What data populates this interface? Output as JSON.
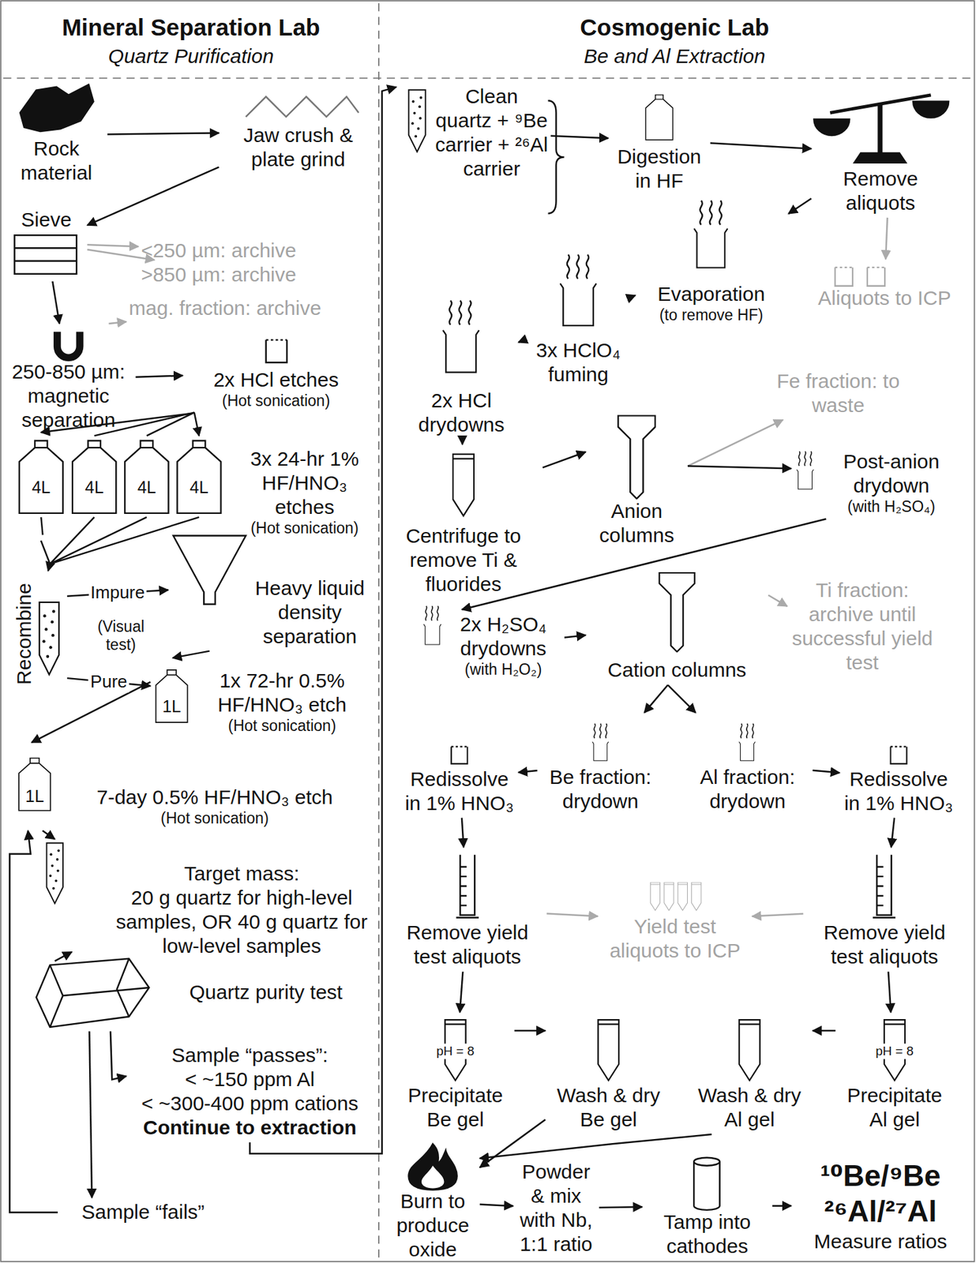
{
  "diagram": {
    "nodes": [
      {
        "text": [
          "Rock material"
        ]
      },
      {
        "text": [
          "Jaw crush & plate grind"
        ]
      },
      {
        "text": [
          "Sieve"
        ]
      },
      {
        "text": [
          "<250 µm: archive"
        ]
      },
      {
        "text": [
          ">850 µm: archive"
        ]
      },
      {
        "text": [
          "mag. fraction: archive"
        ]
      },
      {
        "text": [
          "250-850 µm: magnetic separation"
        ]
      },
      {
        "text": [
          "2x HCl etches",
          "(Hot sonication)"
        ]
      },
      {
        "text": [
          "3x 24-hr 1% HF/HNO₃ etches",
          "(Hot sonication)"
        ]
      },
      {
        "text": [
          "Recombine"
        ]
      },
      {
        "text": [
          "Heavy liquid density separation"
        ]
      },
      {
        "text": [
          "1x 72-hr 0.5% HF/HNO₃ etch",
          "(Hot sonication)"
        ]
      },
      {
        "text": [
          "7-day 0.5% HF/HNO₃ etch",
          "(Hot sonication)"
        ]
      },
      {
        "text": [
          "Target mass:",
          "20 g quartz for high-level samples, OR 40 g quartz for low-level samples"
        ]
      },
      {
        "text": [
          "Quartz purity test"
        ]
      },
      {
        "text": [
          "Sample “passes”:",
          "< ~150 ppm Al",
          "< ~300-400 ppm cations",
          "Continue to extraction"
        ]
      },
      {
        "text": [
          "Sample “fails”"
        ]
      },
      {
        "text": [
          "Clean quartz + ⁹Be carrier + ²⁶Al carrier"
        ]
      },
      {
        "text": [
          "Digestion in HF"
        ]
      },
      {
        "text": [
          "Remove aliquots"
        ]
      },
      {
        "text": [
          "Aliquots to ICP"
        ]
      },
      {
        "text": [
          "Evaporation",
          "(to remove HF)"
        ]
      },
      {
        "text": [
          "3x HClO₄ fuming"
        ]
      },
      {
        "text": [
          "2x HCl drydowns"
        ]
      },
      {
        "text": [
          "Centrifuge to remove Ti & fluorides"
        ]
      },
      {
        "text": [
          "Anion columns"
        ]
      },
      {
        "text": [
          "Fe fraction: to waste"
        ]
      },
      {
        "text": [
          "Post-anion drydown",
          "(with H₂SO₄)"
        ]
      },
      {
        "text": [
          "2x H₂SO₄ drydowns",
          "(with H₂O₂)"
        ]
      },
      {
        "text": [
          "Cation columns"
        ]
      },
      {
        "text": [
          "Ti fraction: archive until successful yield test"
        ]
      },
      {
        "text": [
          "Be fraction: drydown"
        ]
      },
      {
        "text": [
          "Al fraction: drydown"
        ]
      },
      {
        "text": [
          "Redissolve in 1% HNO₃"
        ]
      },
      {
        "text": [
          "Redissolve in 1% HNO₃"
        ]
      },
      {
        "text": [
          "Remove yield test aliquots"
        ]
      },
      {
        "text": [
          "Yield test aliquots to ICP"
        ]
      },
      {
        "text": [
          "Remove yield test aliquots"
        ]
      },
      {
        "text": [
          "Precipitate Be gel"
        ]
      },
      {
        "text": [
          "Wash & dry Be gel"
        ]
      },
      {
        "text": [
          "Wash & dry Al gel"
        ]
      },
      {
        "text": [
          "Precipitate Al gel"
        ]
      },
      {
        "text": [
          "Burn to produce oxide"
        ]
      },
      {
        "text": [
          "Powder & mix with Nb, 1:1 ratio"
        ]
      },
      {
        "text": [
          "Tamp into cathodes"
        ]
      },
      {
        "text": [
          "¹⁰Be/⁹Be",
          "²⁶Al/²⁷Al",
          "Measure ratios"
        ]
      }
    ],
    "edges": [
      {
        "from": 0,
        "to": 1,
        "arrow": "to"
      },
      {
        "from": 1,
        "to": 2,
        "arrow": "to"
      },
      {
        "from": 2,
        "to": 3,
        "arrow": "to"
      },
      {
        "from": 2,
        "to": 4,
        "arrow": "to"
      },
      {
        "from": 2,
        "to": 6,
        "arrow": "to"
      },
      {
        "from": 6,
        "to": 5,
        "arrow": "to"
      },
      {
        "from": 6,
        "to": 7,
        "arrow": "to"
      },
      {
        "from": 7,
        "to": 8,
        "arrow": "to"
      },
      {
        "from": 8,
        "to": 9,
        "arrow": "to"
      },
      {
        "from": 9,
        "to": 10,
        "label": "Impure",
        "arrow": "to"
      },
      {
        "from": 9,
        "to": 11,
        "label": "Pure",
        "arrow": "to"
      },
      {
        "from": 10,
        "to": 11,
        "arrow": "to"
      },
      {
        "from": 11,
        "to": 12,
        "arrow": "to"
      },
      {
        "from": 12,
        "to": 13,
        "arrow": "to"
      },
      {
        "from": 13,
        "to": 14,
        "arrow": "to"
      },
      {
        "from": 14,
        "to": 15,
        "arrow": "to"
      },
      {
        "from": 14,
        "to": 16,
        "arrow": "to"
      },
      {
        "from": 16,
        "to": 12,
        "arrow": "to"
      },
      {
        "from": 15,
        "to": 17,
        "arrow": "to"
      },
      {
        "from": 17,
        "to": 18,
        "arrow": "to"
      },
      {
        "from": 18,
        "to": 19,
        "arrow": "to"
      },
      {
        "from": 19,
        "to": 20,
        "arrow": "to"
      },
      {
        "from": 19,
        "to": 21,
        "arrow": "to"
      },
      {
        "from": 21,
        "to": 22,
        "arrow": "to"
      },
      {
        "from": 22,
        "to": 23,
        "arrow": "to"
      },
      {
        "from": 23,
        "to": 24,
        "arrow": "to"
      },
      {
        "from": 24,
        "to": 25,
        "arrow": "to"
      },
      {
        "from": 25,
        "to": 26,
        "arrow": "to"
      },
      {
        "from": 25,
        "to": 27,
        "arrow": "to"
      },
      {
        "from": 27,
        "to": 28,
        "arrow": "to"
      },
      {
        "from": 28,
        "to": 29,
        "arrow": "to"
      },
      {
        "from": 29,
        "to": 30,
        "arrow": "to"
      },
      {
        "from": 29,
        "to": 31,
        "arrow": "to"
      },
      {
        "from": 29,
        "to": 32,
        "arrow": "to"
      },
      {
        "from": 31,
        "to": 33,
        "arrow": "to"
      },
      {
        "from": 32,
        "to": 34,
        "arrow": "to"
      },
      {
        "from": 33,
        "to": 35,
        "arrow": "to"
      },
      {
        "from": 34,
        "to": 37,
        "arrow": "to"
      },
      {
        "from": 35,
        "to": 36,
        "arrow": "to"
      },
      {
        "from": 37,
        "to": 36,
        "arrow": "to"
      },
      {
        "from": 35,
        "to": 38,
        "arrow": "to"
      },
      {
        "from": 37,
        "to": 41,
        "arrow": "to"
      },
      {
        "from": 38,
        "to": 39,
        "arrow": "to"
      },
      {
        "from": 41,
        "to": 40,
        "arrow": "to"
      },
      {
        "from": 39,
        "to": 42,
        "arrow": "to"
      },
      {
        "from": 40,
        "to": 42,
        "arrow": "to"
      },
      {
        "from": 42,
        "to": 43,
        "arrow": "to"
      },
      {
        "from": 43,
        "to": 44,
        "arrow": "to"
      },
      {
        "from": 44,
        "to": 45,
        "arrow": "to"
      }
    ],
    "labels": [
      "Mineral Separation Lab",
      "Quartz Purification",
      "Cosmogenic Lab",
      "Be and Al Extraction",
      "(Visual test)",
      "4L",
      "4L",
      "4L",
      "4L",
      "1L",
      "1L",
      "pH = 8",
      "pH = 8"
    ]
  }
}
